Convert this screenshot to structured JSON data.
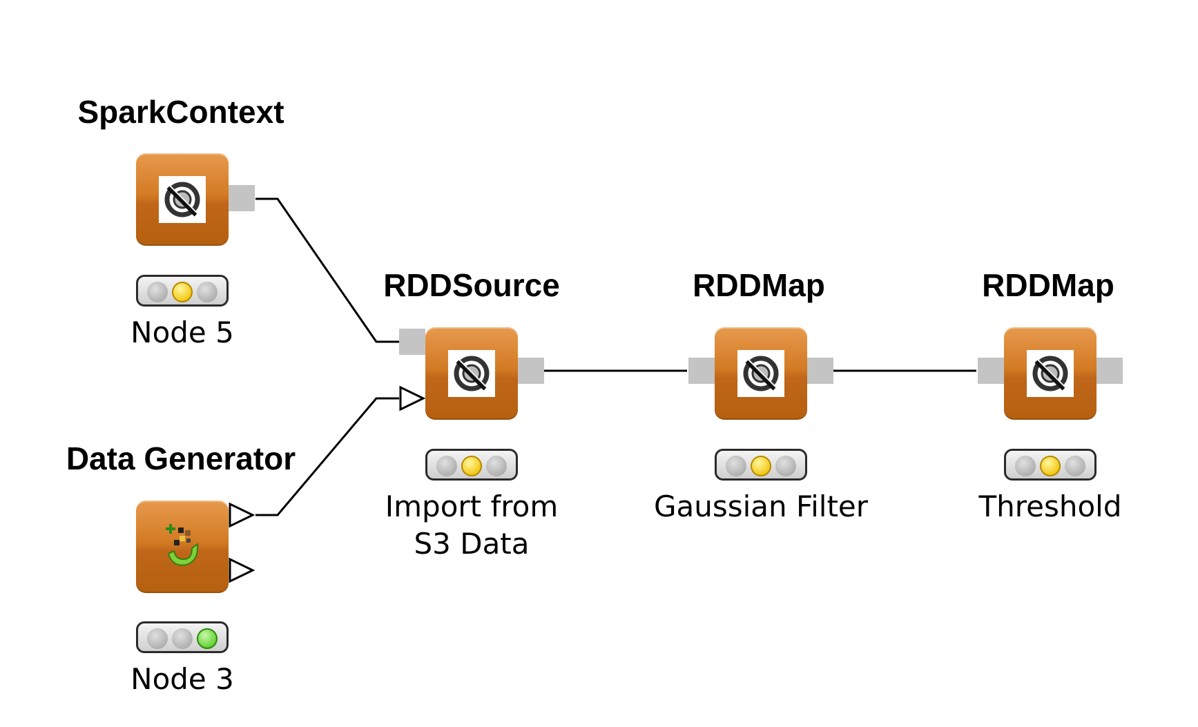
{
  "nodes": [
    {
      "id": "sparkcontext",
      "title": "SparkContext",
      "label": "Node 5",
      "status": "yellow",
      "icon": "spark-gear-icon"
    },
    {
      "id": "datagenerator",
      "title": "Data Generator",
      "label": "Node 3",
      "status": "green",
      "icon": "data-generator-icon"
    },
    {
      "id": "rddsource",
      "title": "RDDSource",
      "label_line1": "Import from",
      "label_line2": "S3 Data",
      "status": "yellow",
      "icon": "spark-gear-icon"
    },
    {
      "id": "rddmap1",
      "title": "RDDMap",
      "label": "Gaussian Filter",
      "status": "yellow",
      "icon": "spark-gear-icon"
    },
    {
      "id": "rddmap2",
      "title": "RDDMap",
      "label": "Threshold",
      "status": "yellow",
      "icon": "spark-gear-icon"
    }
  ],
  "colors": {
    "node_orange": "#d37a24",
    "port_gray": "#c4c4c4",
    "status_yellow": "#f2c40c",
    "status_green": "#5ccf2d",
    "wire": "#000000"
  }
}
